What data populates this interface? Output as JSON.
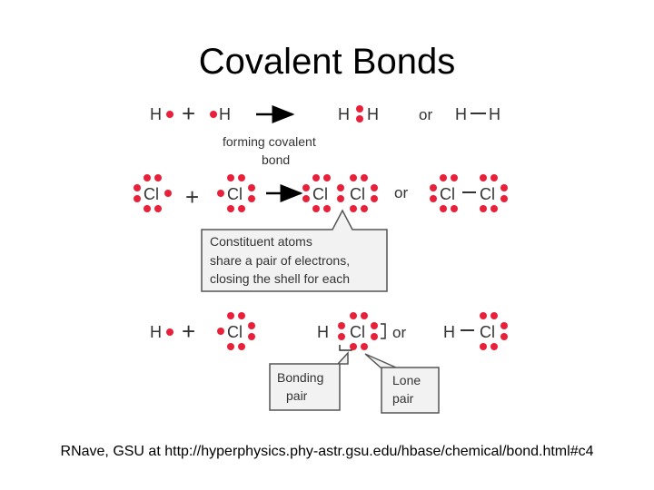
{
  "title": "Covalent Bonds",
  "colors": {
    "electron": "#e8203a",
    "arrow": "#000000",
    "callout_fill": "#f2f2f2",
    "callout_stroke": "#555555",
    "text": "#333333"
  },
  "symbols": {
    "hydrogen": "H",
    "chlorine": "Cl",
    "plus": "+",
    "or": "or",
    "bond": "—"
  },
  "row1": {
    "caption_line1": "forming covalent",
    "caption_line2": "bond"
  },
  "callout_main": {
    "line1": "Constituent atoms",
    "line2": "share a pair of electrons,",
    "line3": "closing the shell for each"
  },
  "callout_bonding": {
    "line1": "Bonding",
    "line2": "pair"
  },
  "callout_lone": {
    "line1": "Lone",
    "line2": "pair"
  },
  "credit": "RNave, GSU at http://hyperphysics.phy-astr.gsu.edu/hbase/chemical/bond.html#c4"
}
